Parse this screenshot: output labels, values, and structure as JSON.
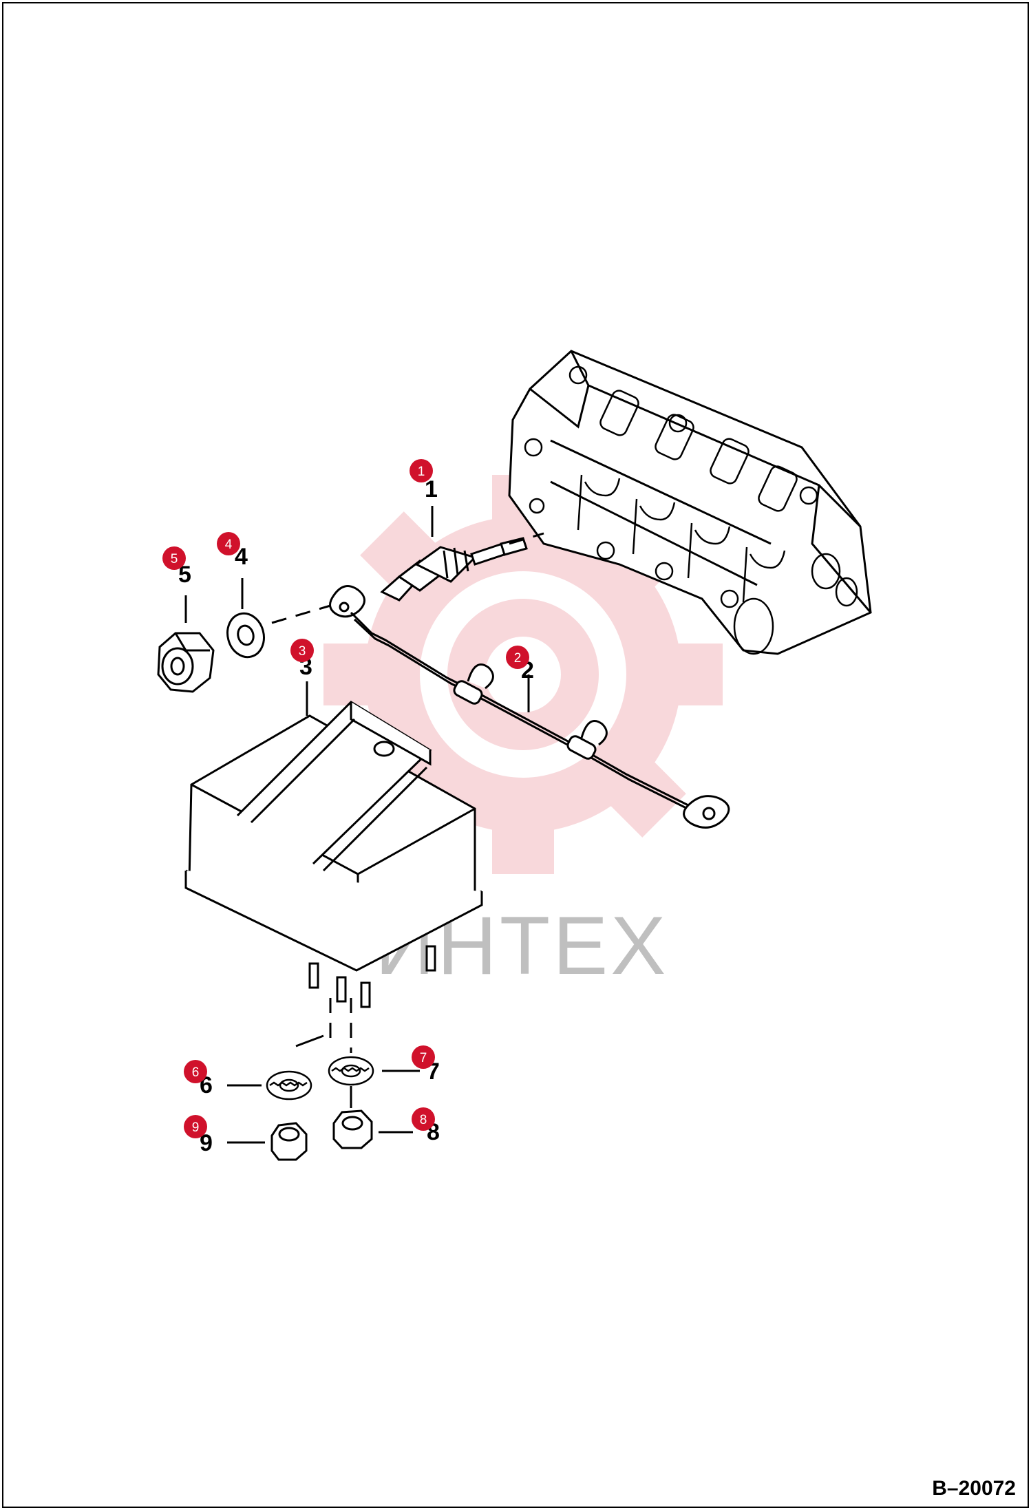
{
  "figure_id": "B–20072",
  "watermark_text": "ИНТЕХ",
  "callouts": [
    {
      "number": "1",
      "label": "1"
    },
    {
      "number": "2",
      "label": "2"
    },
    {
      "number": "3",
      "label": "3"
    },
    {
      "number": "4",
      "label": "4"
    },
    {
      "number": "5",
      "label": "5"
    },
    {
      "number": "6",
      "label": "6"
    },
    {
      "number": "7",
      "label": "7"
    },
    {
      "number": "8",
      "label": "8"
    },
    {
      "number": "9",
      "label": "9"
    }
  ],
  "colors": {
    "badge": "#d0112b",
    "line": "#000000",
    "watermark": "#f3b9bf"
  }
}
